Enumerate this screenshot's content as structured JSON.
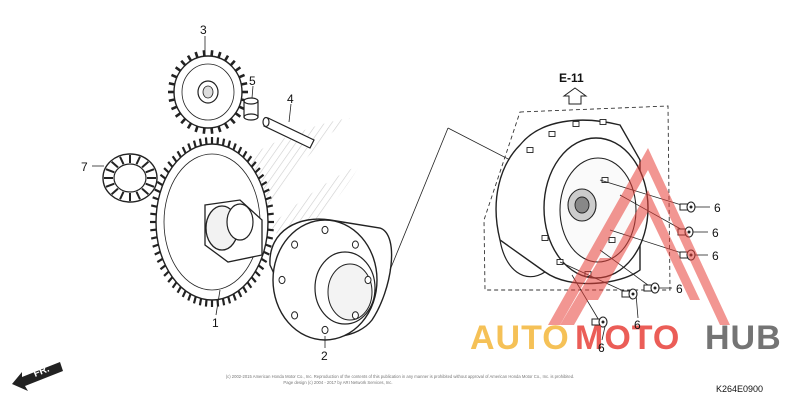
{
  "diagram": {
    "callouts": [
      {
        "id": "gear-small",
        "text": "3"
      },
      {
        "id": "bushing",
        "text": "5"
      },
      {
        "id": "pin",
        "text": "4"
      },
      {
        "id": "needle-bearing",
        "text": "7"
      },
      {
        "id": "gear-large",
        "text": "1"
      },
      {
        "id": "one-way-clutch",
        "text": "2"
      },
      {
        "id": "bolt-1",
        "text": "6"
      },
      {
        "id": "bolt-2",
        "text": "6"
      },
      {
        "id": "bolt-3",
        "text": "6"
      },
      {
        "id": "bolt-4",
        "text": "6"
      },
      {
        "id": "bolt-5",
        "text": "6"
      },
      {
        "id": "bolt-6",
        "text": "6"
      }
    ],
    "reference_group": "E-11",
    "diagram_code": "K264E0900",
    "front_indicator": "FR.",
    "copyright_line1": "(c) 2002-2015 American Honda Motor Co., Inc. Reproduction of the contents of this publication in any manner is prohibited without approval of American Honda Motor Co., Inc. is prohibited.",
    "copyright_line2": "Page design (c) 2004 - 2017 by ARI Network Services, Inc."
  },
  "watermark": {
    "part1": "AUTO",
    "part2": "MOTO",
    "part3": "HUB",
    "colors": {
      "gold": "#f4b73a",
      "red": "#e8413a",
      "gray": "#6d6d6d"
    }
  }
}
